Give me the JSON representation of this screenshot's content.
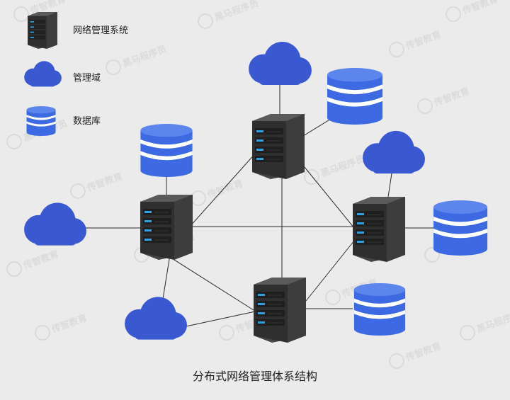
{
  "legend": {
    "server_label": "网络管理系统",
    "domain_label": "管理域",
    "database_label": "数据库"
  },
  "caption": "分布式网络管理体系结构",
  "watermark": {
    "brand_a": "传智教育",
    "brand_b": "黑马程序员"
  },
  "colors": {
    "background": "#ebebeb",
    "cloud": "#3a59d1",
    "database_top": "#5d86ec",
    "database_body": "#3d6ae3",
    "database_bands": "#ffffff",
    "server_body": "#3b3b3b",
    "server_led": "#2f9fe6",
    "link_line": "#2a2a2a"
  },
  "icons": {
    "server": "server-rack-icon",
    "cloud": "cloud-icon",
    "database": "database-icon"
  }
}
